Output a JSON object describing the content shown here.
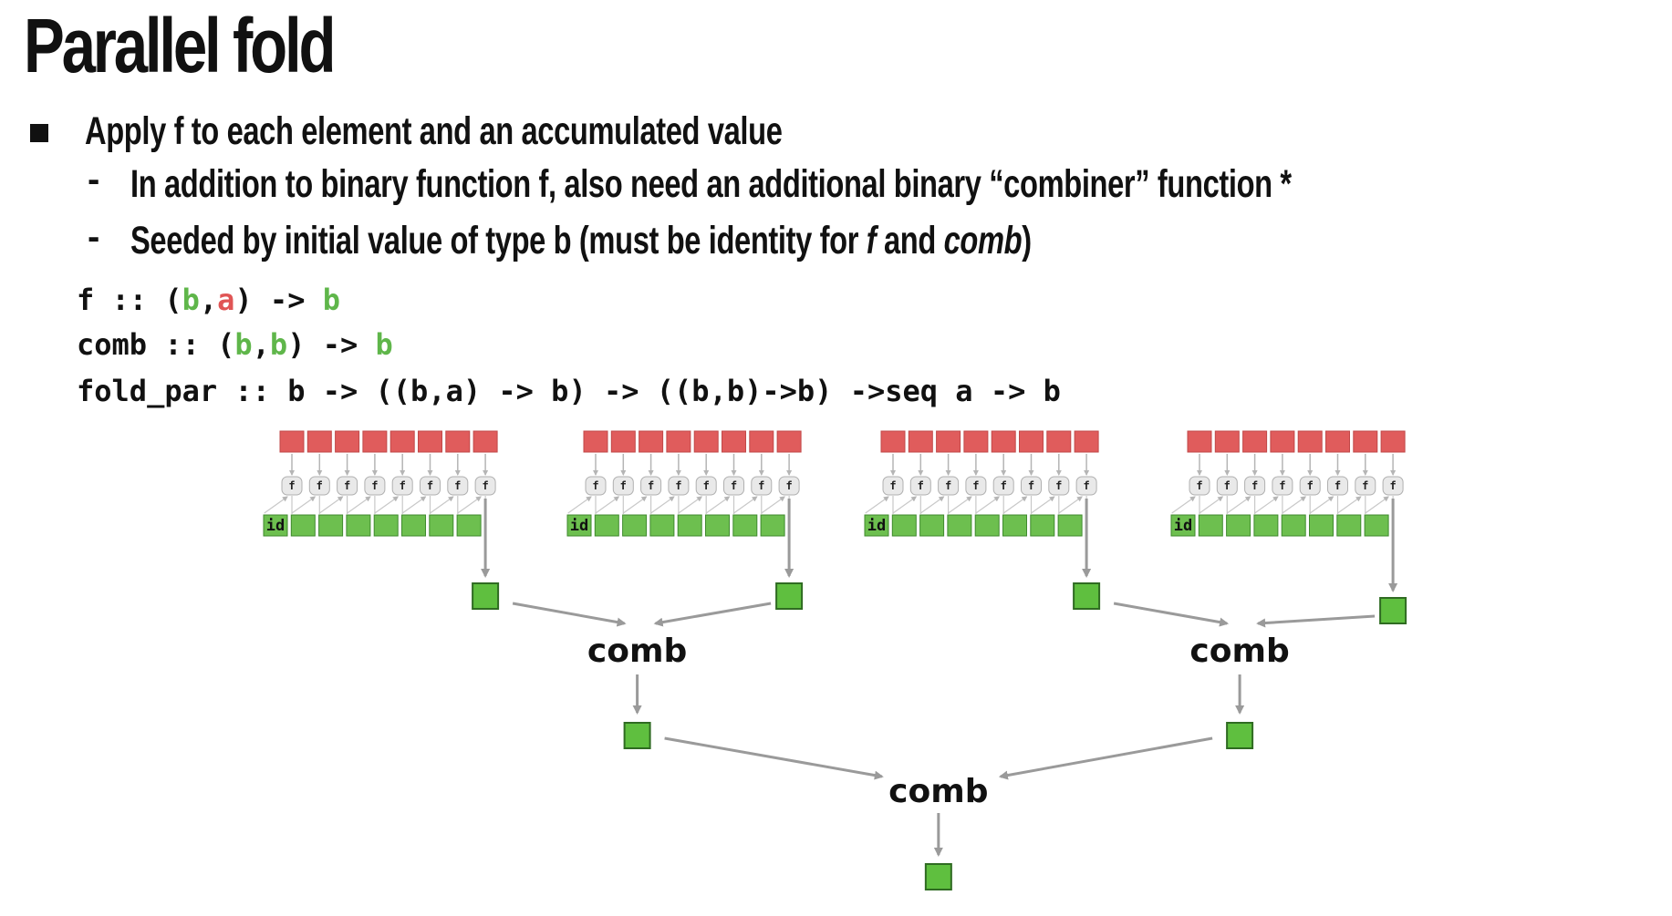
{
  "slide": {
    "title": "Parallel fold",
    "bullets": {
      "main": "Apply f to each element and an accumulated value",
      "sub1": "In addition to binary function f, also need an additional binary “combiner” function *",
      "sub2_pre": "Seeded by initial value of type b (must be identity for ",
      "sub2_f": "f",
      "sub2_mid": " and ",
      "sub2_comb": "comb",
      "sub2_post": ")"
    },
    "code": {
      "f_line": {
        "pre": "f :: (",
        "b": "b",
        "comma": ",",
        "a": "a",
        "mid": ") -> ",
        "out": "b"
      },
      "comb_line": {
        "pre": "comb :: (",
        "b1": "b",
        "comma": ",",
        "b2": "b",
        "mid": ") -> ",
        "out": "b"
      },
      "fold_par": "fold_par :: b -> ((b,a) -> b) -> ((b,b)->b) ->seq a -> b"
    }
  },
  "diagram": {
    "groups": 4,
    "elements_per_group": 8,
    "f_label": "f",
    "id_label": "id",
    "comb_label": "comb",
    "colors": {
      "element": "#e05c5c",
      "element_stroke": "#c04848",
      "accum": "#6dbf4f",
      "accum_stroke": "#3f8a2e",
      "f_node": "#e9e9e9",
      "arrow": "#9a9a9a",
      "result": "#5fbf3f"
    }
  }
}
